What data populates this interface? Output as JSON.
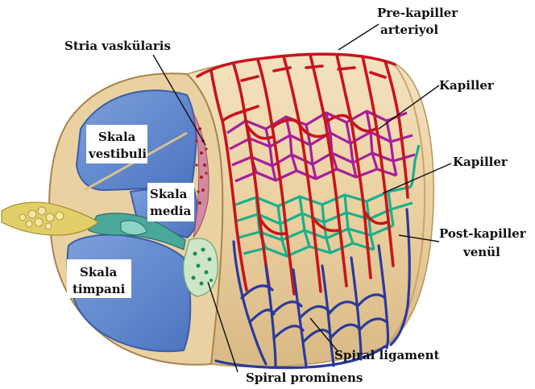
{
  "labels": {
    "pre_kapiller": [
      "Pre-kapiller",
      "arteriyol"
    ],
    "stria": "Stria vaskülaris",
    "kapiller_1": "Kapiller",
    "kapiller_2": "Kapiller",
    "skala_vestibuli": [
      "Skala",
      "vestibuli"
    ],
    "skala_media": [
      "Skala",
      "media"
    ],
    "skala_timpani": [
      "Skala",
      "timpani"
    ],
    "post_kapiller": [
      "Post-kapiller",
      "venül"
    ],
    "spiral_ligament": "Spiral ligament",
    "spiral_prominens": "Spiral prominens"
  },
  "colors": {
    "artery": "#c8141c",
    "vein": "#2b3a9c",
    "capillary_purple": "#a81e9a",
    "capillary_green": "#1bb08c",
    "tissue": "#ecd3a6",
    "scala": "#5b84cc",
    "nerve": "#e2cf6a"
  }
}
